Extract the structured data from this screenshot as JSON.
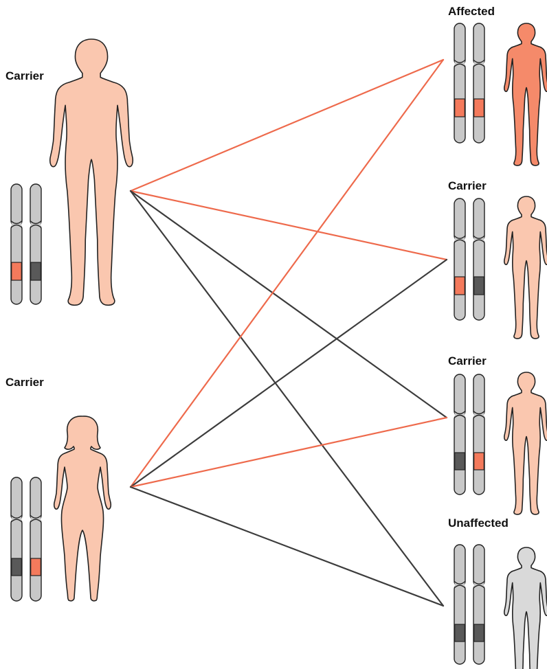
{
  "colors": {
    "recessive": "#F47A5C",
    "dominant": "#595959",
    "chromosome": "#C8C8C8",
    "outline": "#222222",
    "skin_carrier": "#FAC7AF",
    "skin_affected": "#F58A6A",
    "skin_unaffected": "#D9D9D9",
    "line_recessive": "#EE6A4C",
    "line_dominant": "#3C3C3C"
  },
  "parents": [
    {
      "label": "Carrier",
      "sex": "male",
      "alleles": [
        "recessive",
        "dominant"
      ]
    },
    {
      "label": "Carrier",
      "sex": "female",
      "alleles": [
        "dominant",
        "recessive"
      ]
    }
  ],
  "offspring": [
    {
      "label": "Affected",
      "alleles": [
        "recessive",
        "recessive"
      ],
      "skin": "affected"
    },
    {
      "label": "Carrier",
      "alleles": [
        "recessive",
        "dominant"
      ],
      "skin": "carrier"
    },
    {
      "label": "Carrier",
      "alleles": [
        "dominant",
        "recessive"
      ],
      "skin": "carrier"
    },
    {
      "label": "Unaffected",
      "alleles": [
        "dominant",
        "dominant"
      ],
      "skin": "unaffected"
    }
  ],
  "crosses": [
    {
      "parent": 0,
      "child": 0,
      "allele": "recessive"
    },
    {
      "parent": 0,
      "child": 1,
      "allele": "recessive"
    },
    {
      "parent": 0,
      "child": 2,
      "allele": "dominant"
    },
    {
      "parent": 0,
      "child": 3,
      "allele": "dominant"
    },
    {
      "parent": 1,
      "child": 0,
      "allele": "recessive"
    },
    {
      "parent": 1,
      "child": 1,
      "allele": "dominant"
    },
    {
      "parent": 1,
      "child": 2,
      "allele": "recessive"
    },
    {
      "parent": 1,
      "child": 3,
      "allele": "dominant"
    }
  ]
}
